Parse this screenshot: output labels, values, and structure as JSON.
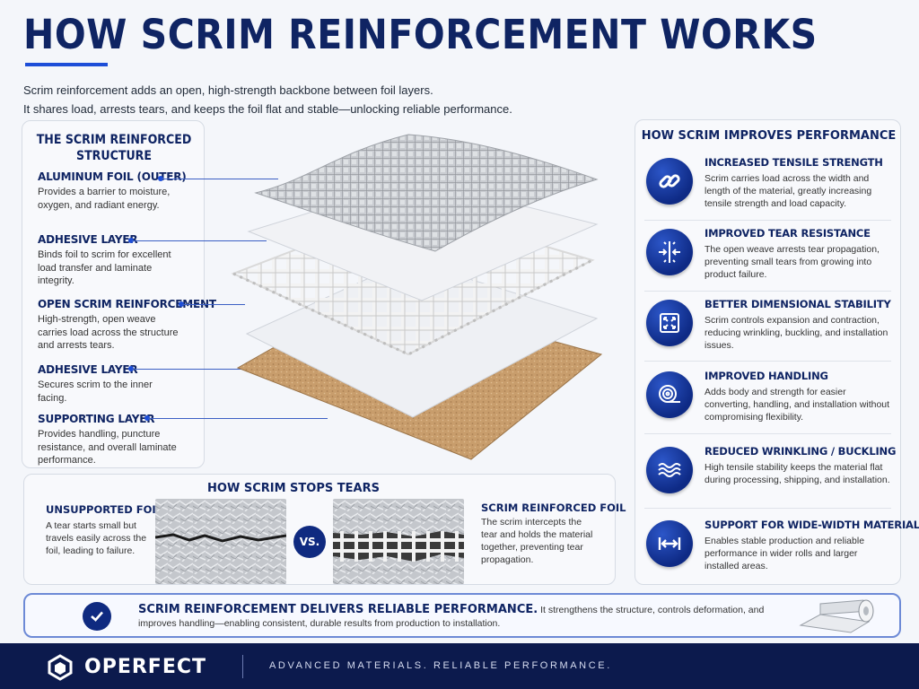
{
  "header": {
    "title": "HOW SCRIM REINFORCEMENT WORKS",
    "intro_line1": "Scrim reinforcement adds an open, high-strength backbone between foil layers.",
    "intro_line2": "It shares load, arrests tears, and keeps the foil flat and stable—unlocking reliable performance."
  },
  "structure": {
    "title": "THE SCRIM REINFORCED STRUCTURE",
    "layers": [
      {
        "name": "ALUMINUM FOIL (OUTER)",
        "desc": "Provides a barrier to moisture, oxygen, and radiant energy."
      },
      {
        "name": "ADHESIVE LAYER",
        "desc": "Binds foil to scrim for excellent load transfer and laminate integrity."
      },
      {
        "name": "OPEN SCRIM REINFORCEMENT",
        "desc": "High-strength, open weave carries load across the structure and arrests tears."
      },
      {
        "name": "ADHESIVE LAYER",
        "desc": "Secures scrim to the inner facing."
      },
      {
        "name": "SUPPORTING LAYER",
        "desc": "Provides handling, puncture resistance, and overall laminate performance."
      }
    ]
  },
  "performance": {
    "title": "HOW SCRIM IMPROVES PERFORMANCE",
    "benefits": [
      {
        "name": "INCREASED TENSILE STRENGTH",
        "desc": "Scrim carries load across the width and length of the material, greatly increasing tensile strength and load capacity.",
        "icon": "chain-link-icon"
      },
      {
        "name": "IMPROVED TEAR RESISTANCE",
        "desc": "The open weave arrests tear propagation, preventing small tears from growing into product failure.",
        "icon": "tear-arrows-icon"
      },
      {
        "name": "BETTER DIMENSIONAL STABILITY",
        "desc": "Scrim controls expansion and contraction, reducing wrinkling, buckling, and installation issues.",
        "icon": "expand-frame-icon"
      },
      {
        "name": "IMPROVED HANDLING",
        "desc": "Adds body and strength for easier converting, handling, and installation without compromising flexibility.",
        "icon": "roll-icon"
      },
      {
        "name": "REDUCED WRINKLING / BUCKLING",
        "desc": "High tensile stability keeps the material flat during processing, shipping, and installation.",
        "icon": "waves-icon"
      },
      {
        "name": "SUPPORT FOR WIDE-WIDTH MATERIALS",
        "desc": "Enables stable production and reliable performance in wider rolls and larger installed areas.",
        "icon": "width-arrows-icon"
      }
    ]
  },
  "tears": {
    "title": "HOW SCRIM STOPS TEARS",
    "left_label": "UNSUPPORTED FOIL",
    "left_desc": "A tear starts small but travels easily across the foil, leading to failure.",
    "vs": "VS.",
    "right_label": "SCRIM REINFORCED FOIL",
    "right_desc": "The scrim intercepts the tear and holds the material together, preventing tear propagation."
  },
  "banner": {
    "strong": "SCRIM REINFORCEMENT DELIVERS RELIABLE PERFORMANCE.",
    "text": "It strengthens the structure, controls deformation, and improves handling—enabling consistent, durable results from production to installation."
  },
  "footer": {
    "brand": "OPERFECT",
    "tagline": "ADVANCED MATERIALS. RELIABLE PERFORMANCE."
  },
  "colors": {
    "navy": "#0f2463",
    "accent": "#1d4ed8",
    "footer_bg": "#0c1a4d"
  }
}
